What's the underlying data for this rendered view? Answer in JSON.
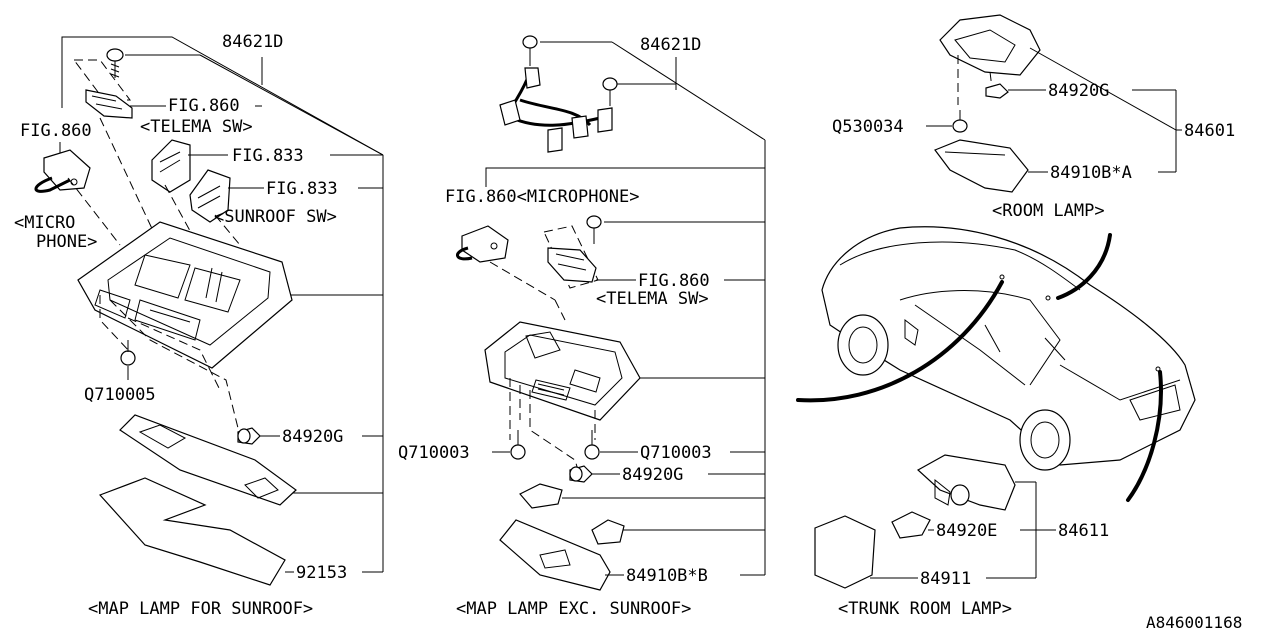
{
  "diagram": {
    "left": {
      "part_84621D": "84621D",
      "fig860_telema": "FIG.860",
      "telema_sw": "<TELEMA SW>",
      "fig860_micro": "FIG.860",
      "micro_line1": "<MICRO",
      "micro_line2": "PHONE>",
      "fig833_a": "FIG.833",
      "fig833_b": "FIG.833",
      "sunroof_sw": "<SUNROOF SW>",
      "q710005": "Q710005",
      "part_84920G": "84920G",
      "part_92153": "92153",
      "caption": "<MAP LAMP FOR SUNROOF>"
    },
    "middle": {
      "part_84621D": "84621D",
      "fig860_microphone": "FIG.860<MICROPHONE>",
      "fig860_telema": "FIG.860",
      "telema_sw": "<TELEMA SW>",
      "q710003_left": "Q710003",
      "q710003_right": "Q710003",
      "part_84920G": "84920G",
      "part_84910BB": "84910B*B",
      "caption": "<MAP LAMP EXC. SUNROOF>"
    },
    "right": {
      "part_84920G": "84920G",
      "q530034": "Q530034",
      "part_84601": "84601",
      "part_84910BA": "84910B*A",
      "room_lamp": "<ROOM LAMP>",
      "part_84920E": "84920E",
      "part_84611": "84611",
      "part_84911": "84911",
      "caption": "<TRUNK ROOM LAMP>"
    },
    "diagram_id": "A846001168"
  }
}
